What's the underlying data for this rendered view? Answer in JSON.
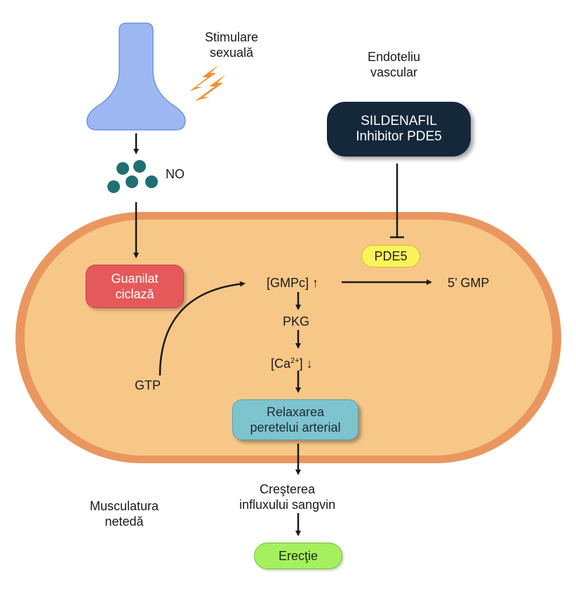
{
  "labels": {
    "stimulus_line1": "Stimulare",
    "stimulus_line2": "sexuală",
    "endothelium_line1": "Endoteliu",
    "endothelium_line2": "vascular",
    "no": "NO",
    "gmpc": "[GMPc] ↑",
    "five_gmp": "5’ GMP",
    "pkg": "PKG",
    "ca_prefix": "[Ca",
    "ca_sup": "2+",
    "ca_suffix": "] ↓",
    "gtp": "GTP",
    "influx_line1": "Creşterea",
    "influx_line2": "influxului sangvin",
    "smooth_line1": "Musculatura",
    "smooth_line2": "netedă"
  },
  "boxes": {
    "guanylate_line1": "Guanilat",
    "guanylate_line2": "ciclază",
    "sildenafil_line1": "SILDENAFIL",
    "sildenafil_line2": "Inhibitor PDE5",
    "pde5": "PDE5",
    "relax_line1": "Relaxarea",
    "relax_line2": "peretelui arterial",
    "erection": "Erecţie"
  },
  "colors": {
    "cell_fill": "#f7c788",
    "cell_border": "#e08a55",
    "neuron": "#9db8f2",
    "bolt": "#f0922e",
    "no_molecule": "#1f6f73",
    "guanylate": "#e5595a",
    "sildenafil": "#14283a",
    "pde5": "#fbf35a",
    "relaxation": "#7ec4cf",
    "erection": "#a5f05d"
  }
}
